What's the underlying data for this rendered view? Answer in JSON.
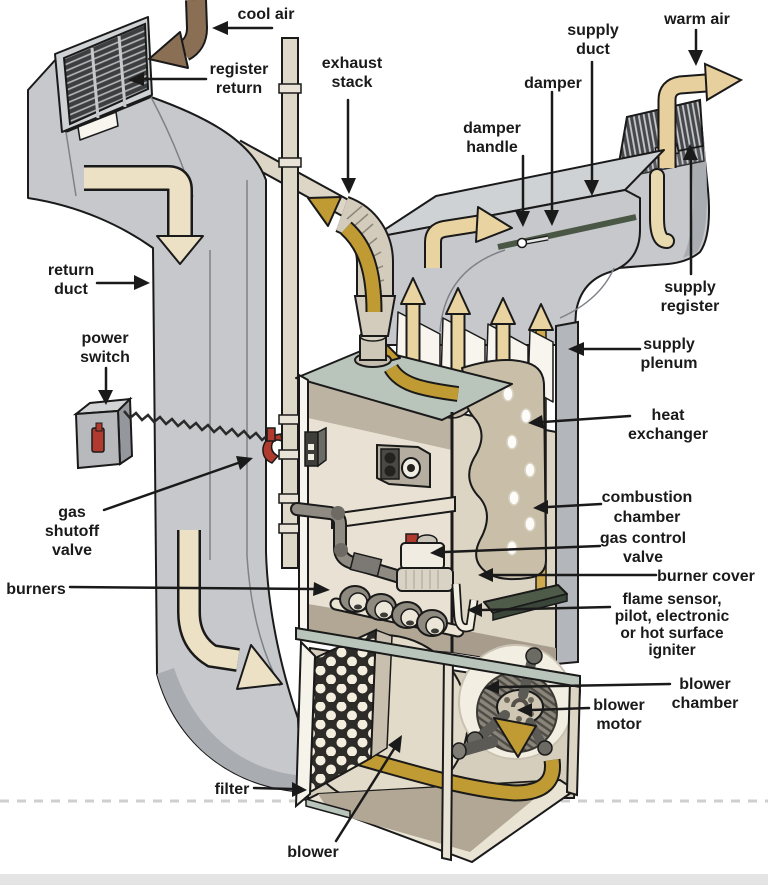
{
  "diagram": {
    "title_implicit": "gas furnace cutaway diagram",
    "labels": {
      "cool_air": [
        "cool air"
      ],
      "register_return": [
        "register",
        "return"
      ],
      "exhaust_stack": [
        "exhaust",
        "stack"
      ],
      "supply_duct": [
        "supply",
        "duct"
      ],
      "damper": [
        "damper"
      ],
      "damper_handle": [
        "damper",
        "handle"
      ],
      "warm_air": [
        "warm air"
      ],
      "supply_register": [
        "supply",
        "register"
      ],
      "return_duct": [
        "return",
        "duct"
      ],
      "power_switch": [
        "power",
        "switch"
      ],
      "gas_shutoff_valve": [
        "gas",
        "shutoff",
        "valve"
      ],
      "burners": [
        "burners"
      ],
      "supply_plenum": [
        "supply",
        "plenum"
      ],
      "heat_exchanger": [
        "heat",
        "exchanger"
      ],
      "combustion_chamber": [
        "combustion",
        "chamber"
      ],
      "gas_control_valve": [
        "gas control",
        "valve"
      ],
      "burner_cover": [
        "burner cover"
      ],
      "flame_sensor": [
        "flame sensor,",
        "pilot, electronic",
        "or hot surface",
        "igniter"
      ],
      "blower_chamber": [
        "blower",
        "chamber"
      ],
      "blower_motor": [
        "blower",
        "motor"
      ],
      "filter": [
        "filter"
      ],
      "blower": [
        "blower"
      ]
    }
  },
  "colors": {
    "ink": "#1a1a1a",
    "duct_gray": "#c6c8cb",
    "duct_shadow": "#a9adb2",
    "duct_light": "#cfd2d5",
    "cream_arrow": "#ece1c4",
    "tan_arrow": "#e9d3a0",
    "gold_arrow": "#c09a33",
    "brown_arrow": "#8a6f55",
    "damper_green": "#4b5745",
    "burner_cover_green": "#4f5b49",
    "cabinet_teal": "#b9c4bb",
    "interior_beige": "#e9e2d4",
    "panel_beige": "#ddd5c4",
    "heat_exchanger_tan": "#c9bfa9",
    "valve_red": "#b03a2e"
  }
}
